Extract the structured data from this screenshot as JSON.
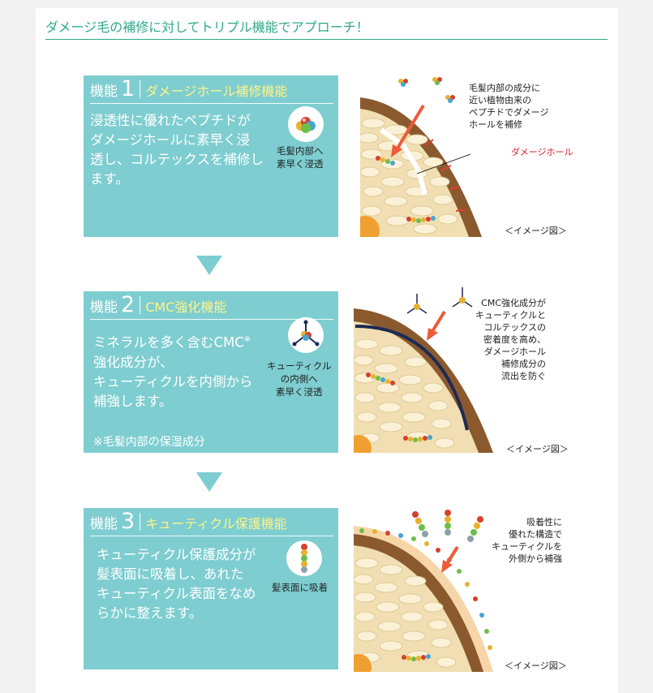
{
  "heading": "ダメージ毛の補修に対してトリプル機能でアプローチ！",
  "functions": [
    {
      "label": "機能",
      "number": "1",
      "name": "ダメージホール補修機能",
      "body": [
        "浸透性に優れたペプチドが",
        "ダメージホールに素早く浸",
        "透し、コルテックスを補修し",
        "ます。"
      ],
      "icon": "peptide-cluster-icon",
      "icon_caption": [
        "毛髪内部へ",
        "素早く浸透"
      ],
      "illustration_labels": [
        "毛髪内部の成分に",
        "近い植物由来の",
        "ペプチドでダメージ",
        "ホールを補修"
      ],
      "illustration_marker": "ダメージホール",
      "illustration_caption": "＜イメージ図＞"
    },
    {
      "label": "機能",
      "number": "2",
      "name": "CMC強化機能",
      "body_line1": "ミネラルを多く含むCMC",
      "body_line1_sup": "※",
      "body_rest": [
        "強化成分が、",
        "キューティクルを内側から",
        "補強します。"
      ],
      "note": "※毛髪内部の保湿成分",
      "icon": "cmc-tripod-icon",
      "icon_caption": [
        "キューティクル",
        "の内側へ",
        "素早く浸透"
      ],
      "illustration_labels": [
        "CMC強化成分が",
        "キューティクルと",
        "コルテックスの",
        "密着度を高め、",
        "ダメージホール",
        "補修成分の",
        "流出を防ぐ"
      ],
      "illustration_caption": "＜イメージ図＞"
    },
    {
      "label": "機能",
      "number": "3",
      "name": "キューティクル保護機能",
      "body": [
        "キューティクル保護成分が",
        "髪表面に吸着し、あれた",
        "キューティクル表面をなめ",
        "らかに整えます。"
      ],
      "icon": "bead-chain-icon",
      "icon_caption": [
        "髪表面に吸着"
      ],
      "illustration_labels": [
        "吸着性に",
        "優れた構造で",
        "キューティクルを",
        "外側から補強"
      ],
      "illustration_caption": "＜イメージ図＞"
    }
  ],
  "colors": {
    "accent": "#2fa88a",
    "box": "#7ecdd0",
    "function_name": "#fff38a",
    "damage_marker": "#d81f2c",
    "hair_shell": "#8a5a2e",
    "cortex": "#f1dfb3"
  }
}
